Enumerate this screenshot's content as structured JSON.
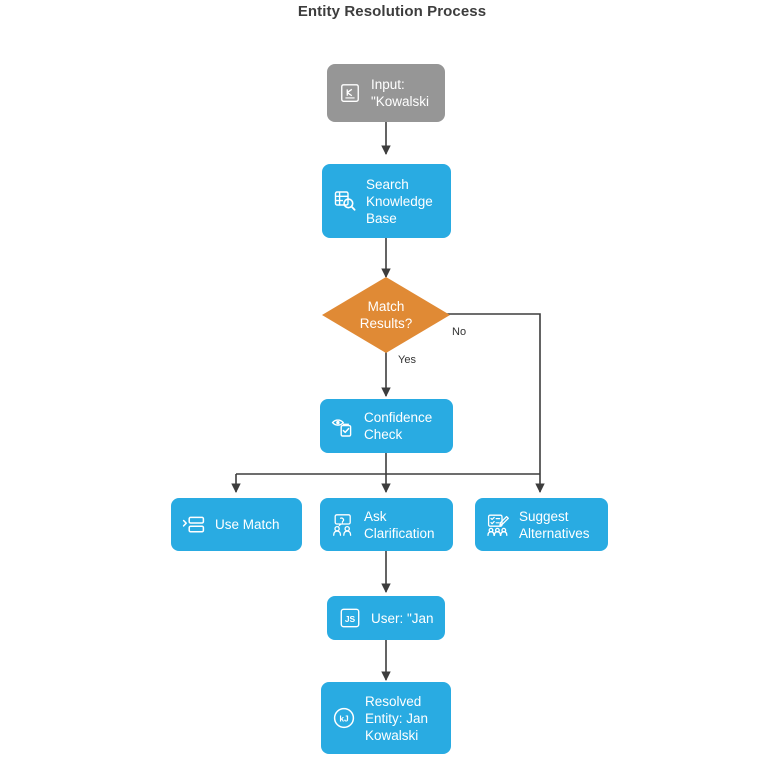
{
  "diagram": {
    "title": "Entity Resolution Process",
    "type": "flowchart",
    "background": "#ffffff",
    "colors": {
      "node_gray": "#969696",
      "node_blue": "#29abe2",
      "decision_orange": "#e08a35",
      "edge_stroke": "#3d3d3d",
      "node_text": "#ffffff",
      "title_text": "#3d3d3d",
      "edge_label_text": "#333333"
    },
    "nodes": [
      {
        "id": "input",
        "label": "Input:\n\"Kowalski",
        "shape": "rounded-rect",
        "fill": "#969696",
        "icon": "keyboard-key-k-icon"
      },
      {
        "id": "search_kb",
        "label": "Search\nKnowledge\nBase",
        "shape": "rounded-rect",
        "fill": "#29abe2",
        "icon": "database-search-icon"
      },
      {
        "id": "match_results",
        "label": "Match\nResults?",
        "shape": "diamond",
        "fill": "#e08a35",
        "icon": "none"
      },
      {
        "id": "confidence_check",
        "label": "Confidence\nCheck",
        "shape": "rounded-rect",
        "fill": "#29abe2",
        "icon": "eye-clipboard-check-icon"
      },
      {
        "id": "use_match",
        "label": "Use Match",
        "shape": "rounded-rect",
        "fill": "#29abe2",
        "icon": "list-chevron-icon"
      },
      {
        "id": "ask_clarification",
        "label": "Ask\nClarification",
        "shape": "rounded-rect",
        "fill": "#29abe2",
        "icon": "chat-question-people-icon"
      },
      {
        "id": "suggest_alternatives",
        "label": "Suggest\nAlternatives",
        "shape": "rounded-rect",
        "fill": "#29abe2",
        "icon": "checklist-pen-people-icon"
      },
      {
        "id": "user_reply",
        "label": "User: \"Jan",
        "shape": "rounded-rect",
        "fill": "#29abe2",
        "icon": "js-badge-icon"
      },
      {
        "id": "resolved_entity",
        "label": "Resolved\nEntity: Jan\nKowalski",
        "shape": "rounded-rect",
        "fill": "#29abe2",
        "icon": "kj-circle-badge-icon"
      }
    ],
    "edge_labels": {
      "yes": "Yes",
      "no": "No"
    }
  }
}
